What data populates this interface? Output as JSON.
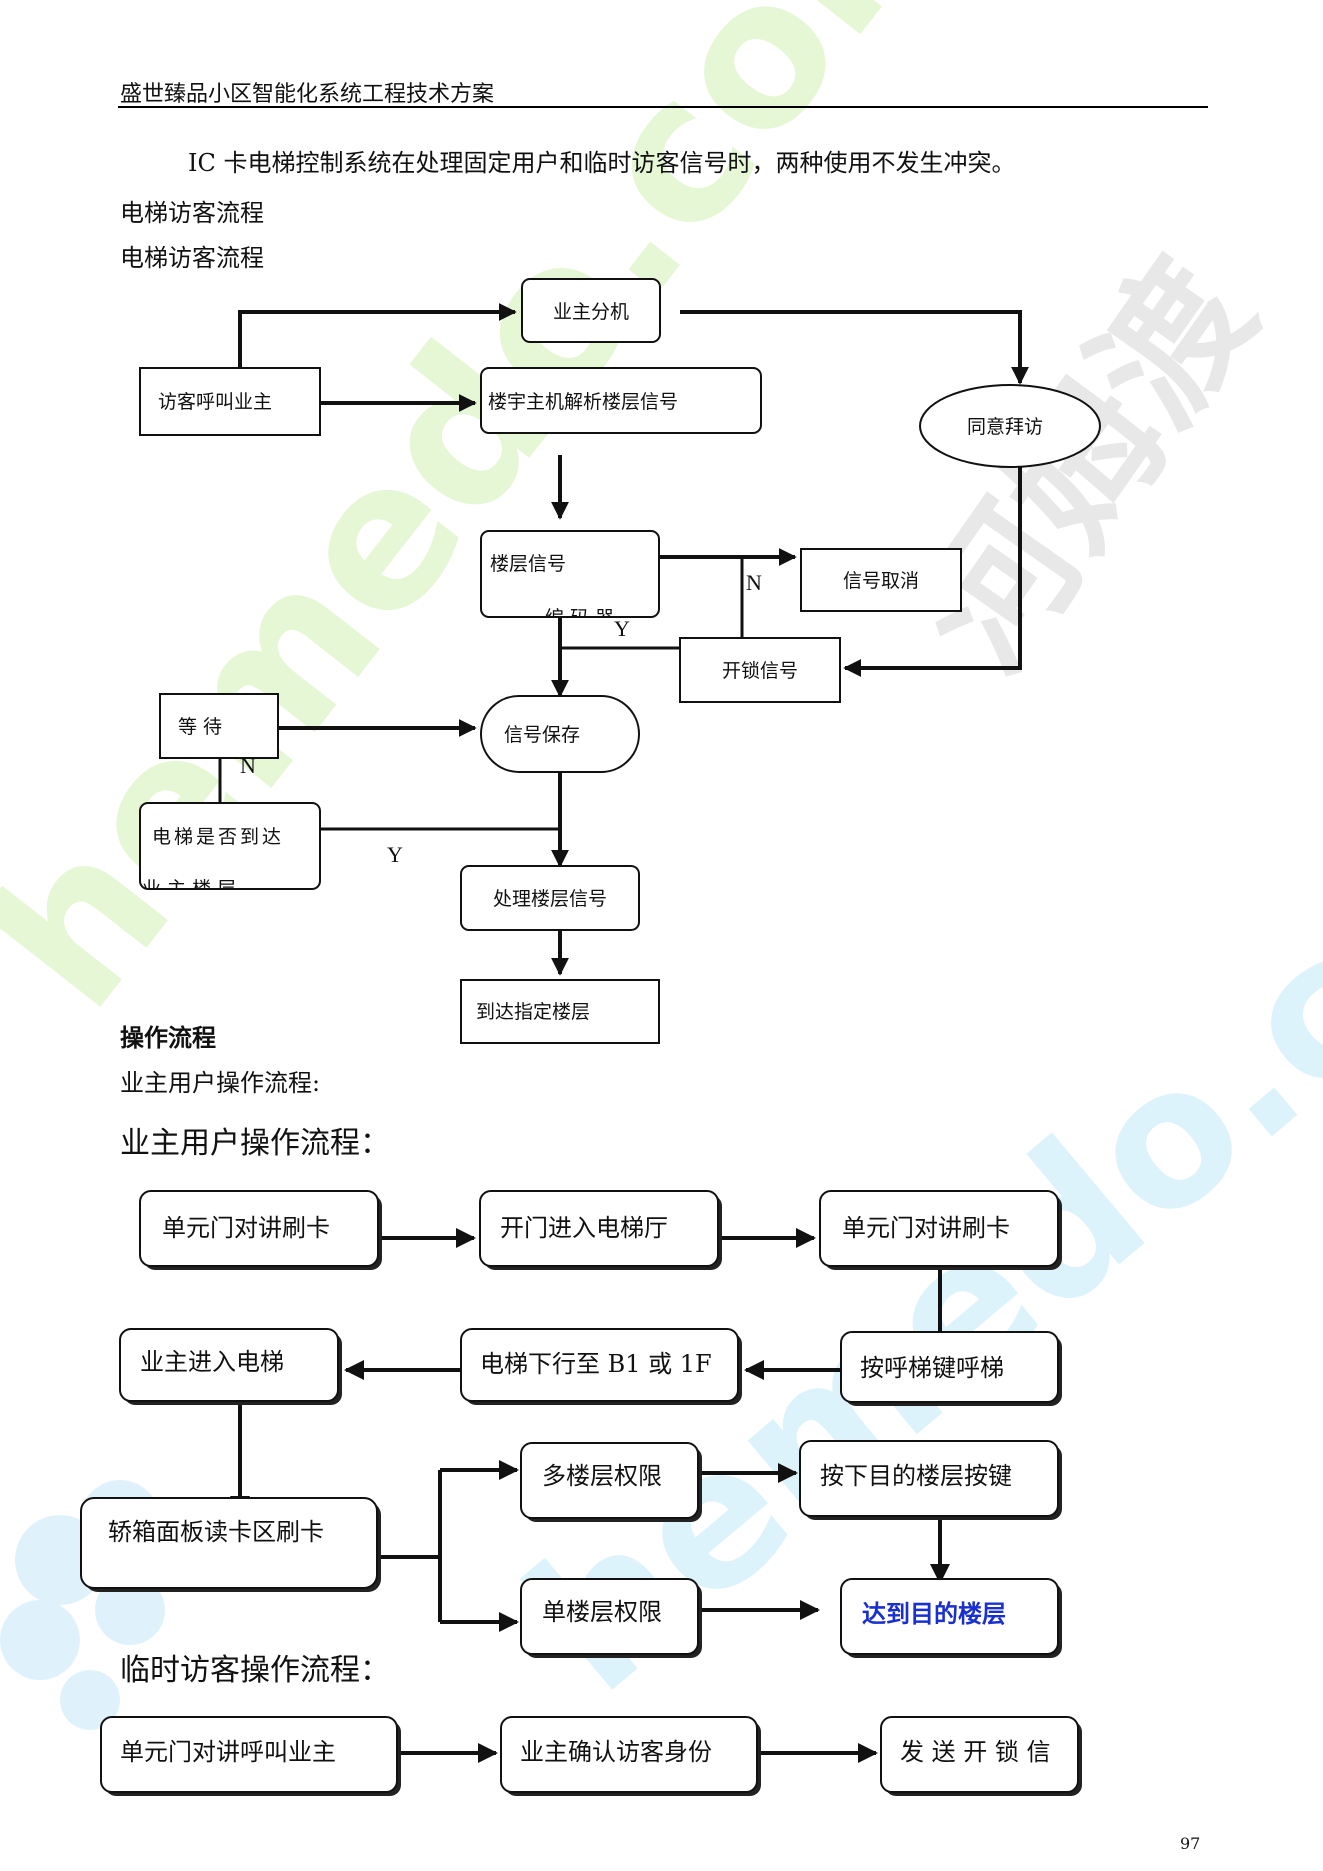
{
  "header": {
    "title": "盛世臻品小区智能化系统工程技术方案"
  },
  "body": {
    "intro": "IC 卡电梯控制系统在处理固定用户和临时访客信号时，两种使用不发生冲突。",
    "heading_visitor_1": "电梯访客流程",
    "heading_visitor_2": "电梯访客流程",
    "heading_operation": "操作流程",
    "owner_flow_small": "业主用户操作流程:",
    "owner_flow_large": "业主用户操作流程：",
    "temp_visitor_flow": "临时访客操作流程："
  },
  "visitor_flow": {
    "owner_unit": "业主分机",
    "visitor_call": "访客呼叫业主",
    "host_parse": "楼宇主机解析楼层信号",
    "agree_visit": "同意拜访",
    "floor_signal": "楼层信号",
    "floor_signal_clip": "编 码 器",
    "signal_cancel": "信号取消",
    "unlock_signal": "开锁信号",
    "wait": "等 待",
    "signal_save": "信号保存",
    "elevator_arrive": "电梯是否到达",
    "elevator_arrive_clip": "业 主 楼 层",
    "process_floor": "处理楼层信号",
    "reach_floor": "到达指定楼层",
    "label_n1": "N",
    "label_y1": "Y",
    "label_n2": "N",
    "label_y2": "Y"
  },
  "owner_flow": {
    "swipe_card_1": "单元门对讲刷卡",
    "enter_lobby": "开门进入电梯厅",
    "swipe_card_2": "单元门对讲刷卡",
    "call_button": "按呼梯键呼梯",
    "elevator_down": "电梯下行至 B1 或 1F",
    "owner_enter": "业主进入电梯",
    "car_panel_swipe": "轿箱面板读卡区刷卡",
    "multi_floor": "多楼层权限",
    "press_dest": "按下目的楼层按键",
    "single_floor": "单楼层权限",
    "arrive_dest": "达到目的楼层"
  },
  "temp_flow": {
    "call_owner": "单元门对讲呼叫业主",
    "confirm_identity": "业主确认访客身份",
    "send_unlock": "发 送 开 锁 信"
  },
  "watermark": {
    "latin": "hemedo.com",
    "cjk": "河姆渡"
  },
  "footer": {
    "page_number": "97"
  },
  "colors": {
    "link_blue": "#1a2fd0",
    "watermark_green": "#e4f6d0",
    "watermark_blue": "#d8f2fa"
  }
}
